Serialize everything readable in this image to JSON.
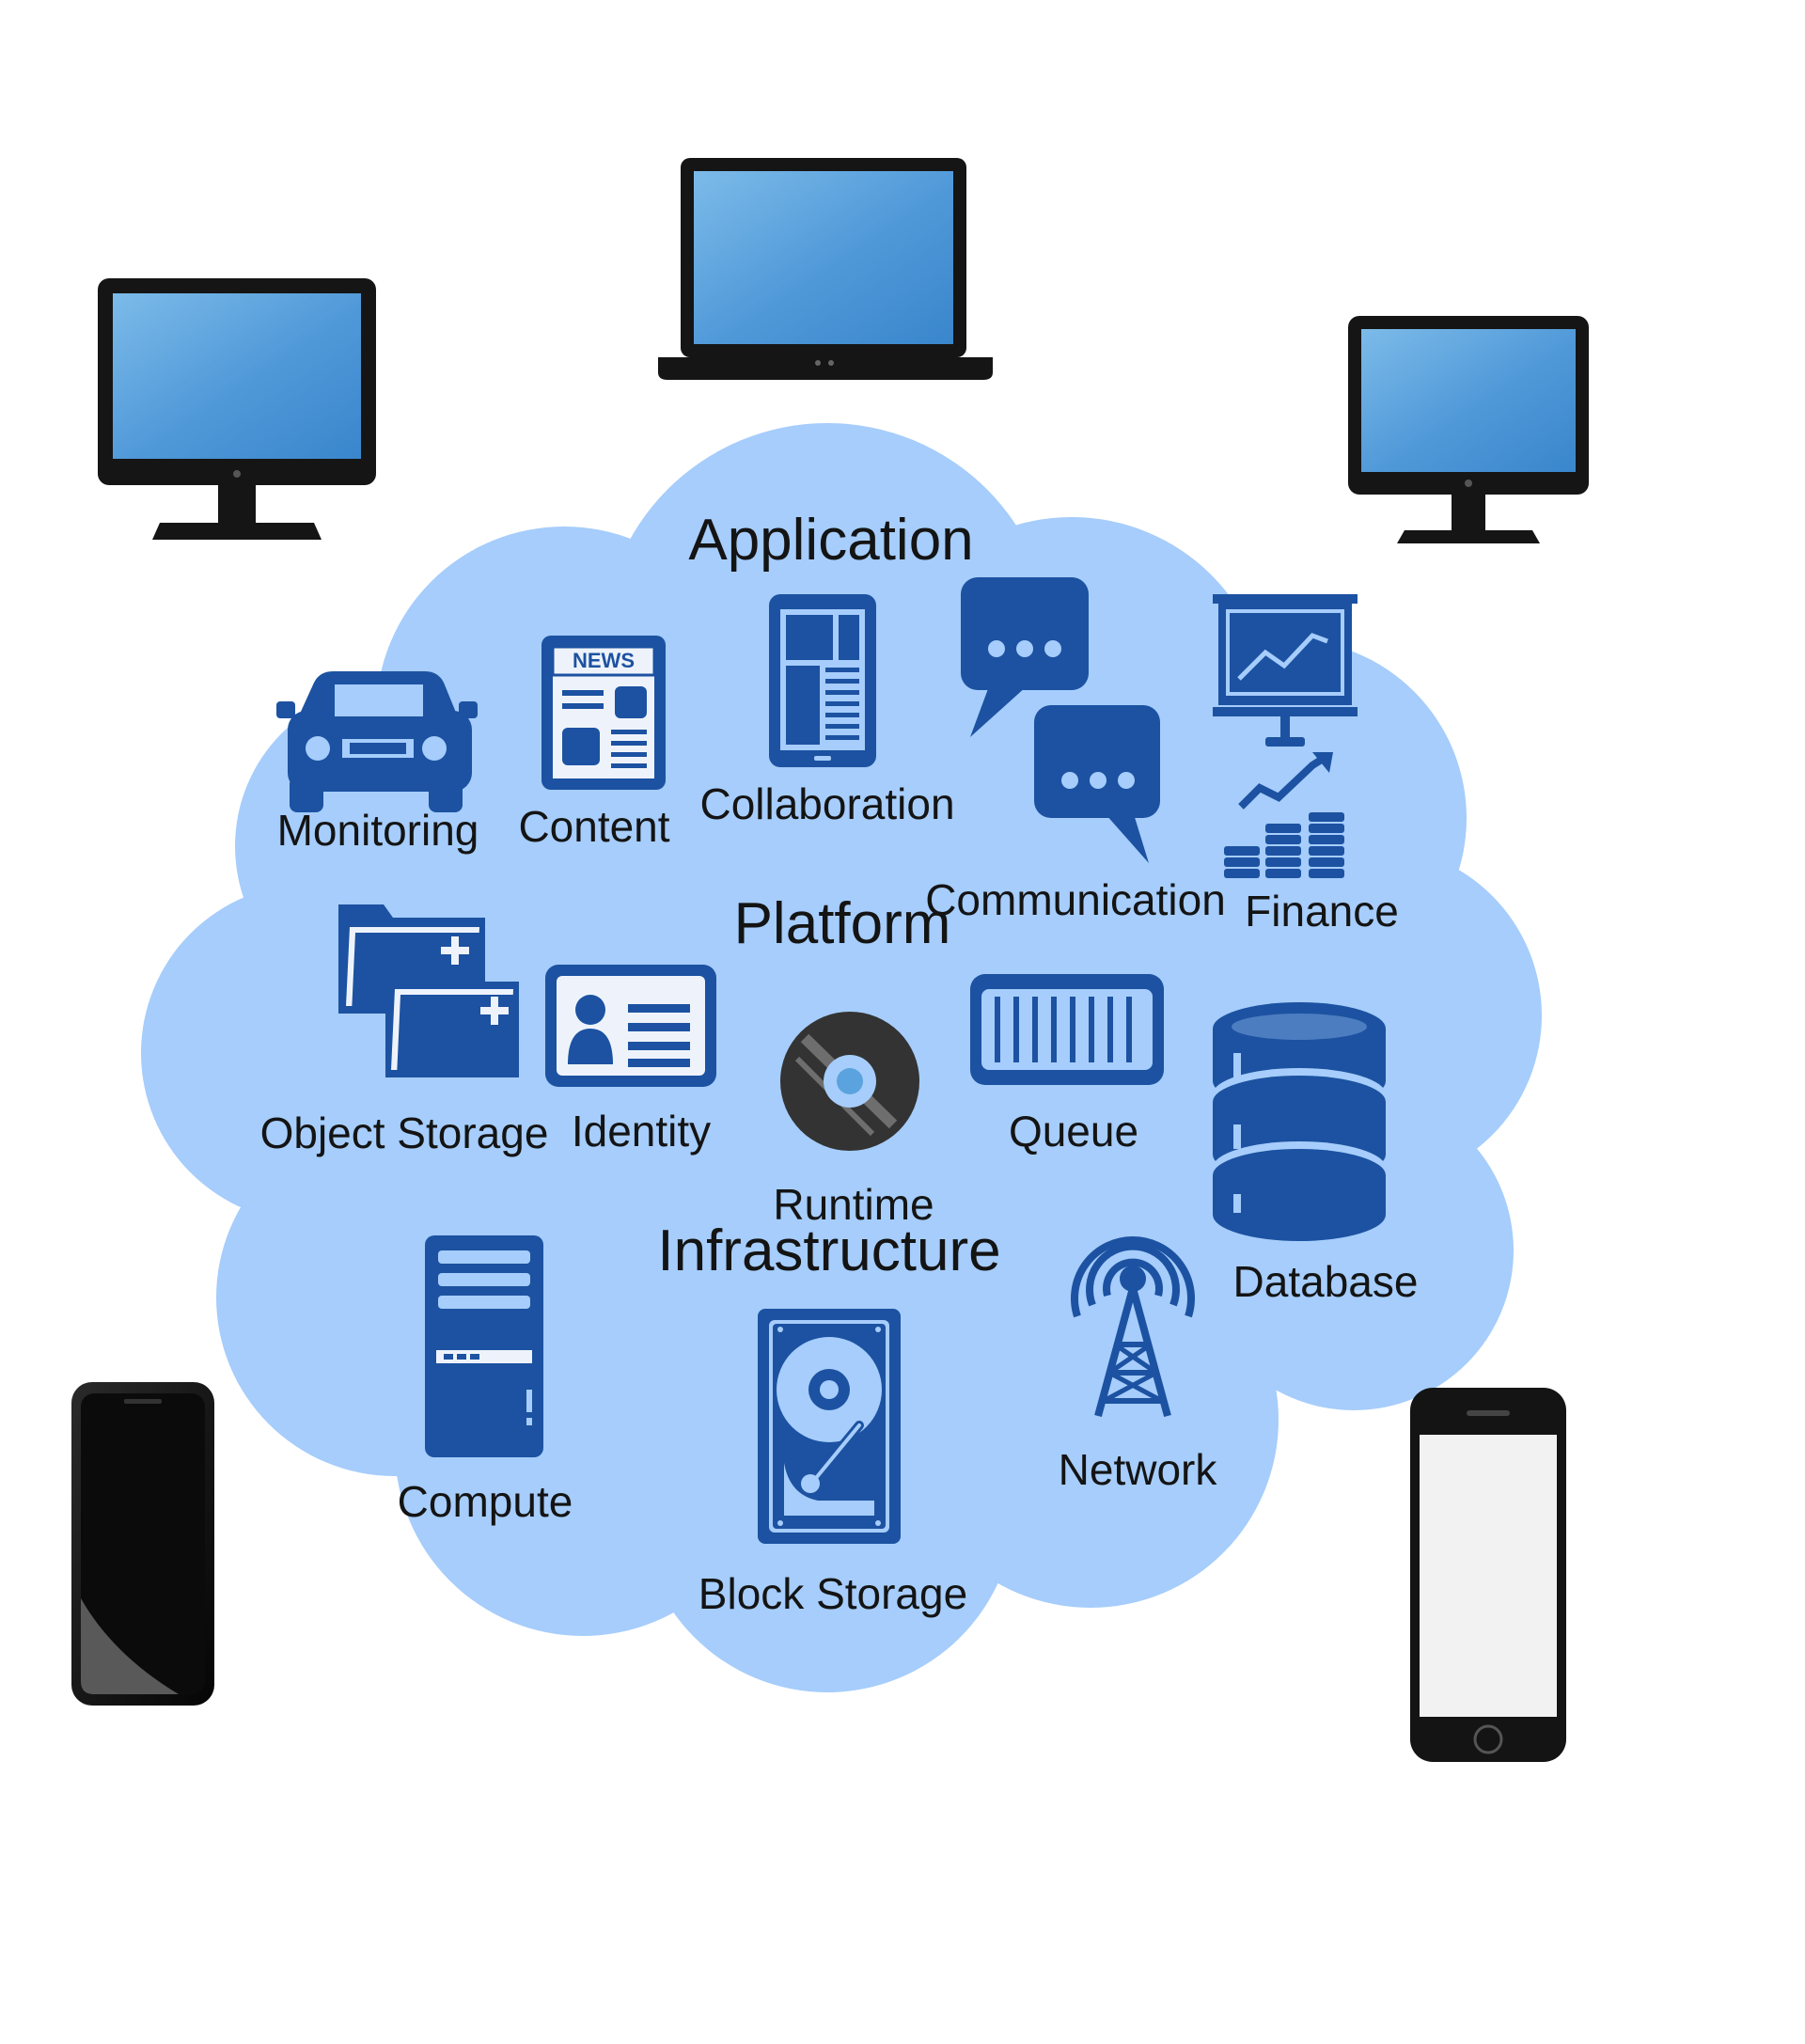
{
  "layers": {
    "application": "Application",
    "platform": "Platform",
    "infrastructure": "Infrastructure"
  },
  "services": {
    "monitoring": "Monitoring",
    "content": "Content",
    "collaboration": "Collaboration",
    "communication": "Communication",
    "finance": "Finance",
    "object_storage": "Object Storage",
    "identity": "Identity",
    "runtime": "Runtime",
    "queue": "Queue",
    "database": "Database",
    "compute": "Compute",
    "block_storage": "Block Storage",
    "network": "Network"
  },
  "icon_badges": {
    "news": "NEWS"
  },
  "colors": {
    "cloud": "#a6cdfb",
    "icon": "#1c52a1",
    "text": "#141414",
    "device_frame": "#111111",
    "screen": "#5aa3df"
  },
  "devices": [
    "desktop-monitor",
    "laptop",
    "desktop-monitor",
    "smartphone-black",
    "smartphone-white"
  ]
}
